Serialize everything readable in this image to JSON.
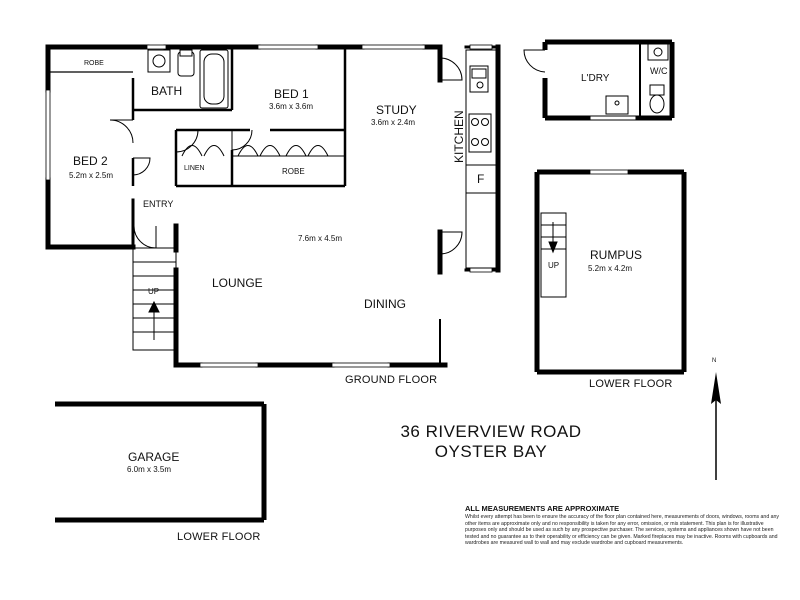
{
  "rooms": {
    "robe_top": "ROBE",
    "bath": "BATH",
    "bed1": {
      "name": "BED 1",
      "size": "3.6m x 3.6m"
    },
    "study": {
      "name": "STUDY",
      "size": "3.6m x 2.4m"
    },
    "bed2": {
      "name": "BED 2",
      "size": "5.2m x 2.5m"
    },
    "linen": "LINEN",
    "robe_bottom": "ROBE",
    "kitchen": "KITCHEN",
    "fridge": "F",
    "entry": "ENTRY",
    "lounge": "LOUNGE",
    "dining": "DINING",
    "living_size": "7.6m x 4.5m",
    "stairs_up_ground": "UP",
    "laundry": "L'DRY",
    "wc": "W/C",
    "rumpus": {
      "name": "RUMPUS",
      "size": "5.2m x 4.2m"
    },
    "stairs_up_lower": "UP",
    "garage": {
      "name": "GARAGE",
      "size": "6.0m x 3.5m"
    }
  },
  "floors": {
    "ground": "GROUND FLOOR",
    "lower_rumpus": "LOWER FLOOR",
    "lower_garage": "LOWER FLOOR"
  },
  "address": {
    "line1": "36 RIVERVIEW ROAD",
    "line2": "OYSTER BAY"
  },
  "compass": "N",
  "disclaimer": {
    "title": "ALL MEASUREMENTS ARE APPROXIMATE",
    "body": "Whilst every attempt has been to ensure the accuracy of the floor plan contained here, measurements of doors, windows, rooms and any other items are approximate only and no responsibility is taken for any error, omission, or mis statement. This plan is for illustrative purposes only and should be used as such by any prospective purchaser. The services, systems and appliances shown have not been tested and no guarantee as to their operability or efficiency can be given. Marked fireplaces may be inactive. Rooms with cupboards and wardrobes are measured wall to wall and may exclude wardrobe and cupboard measurements."
  }
}
